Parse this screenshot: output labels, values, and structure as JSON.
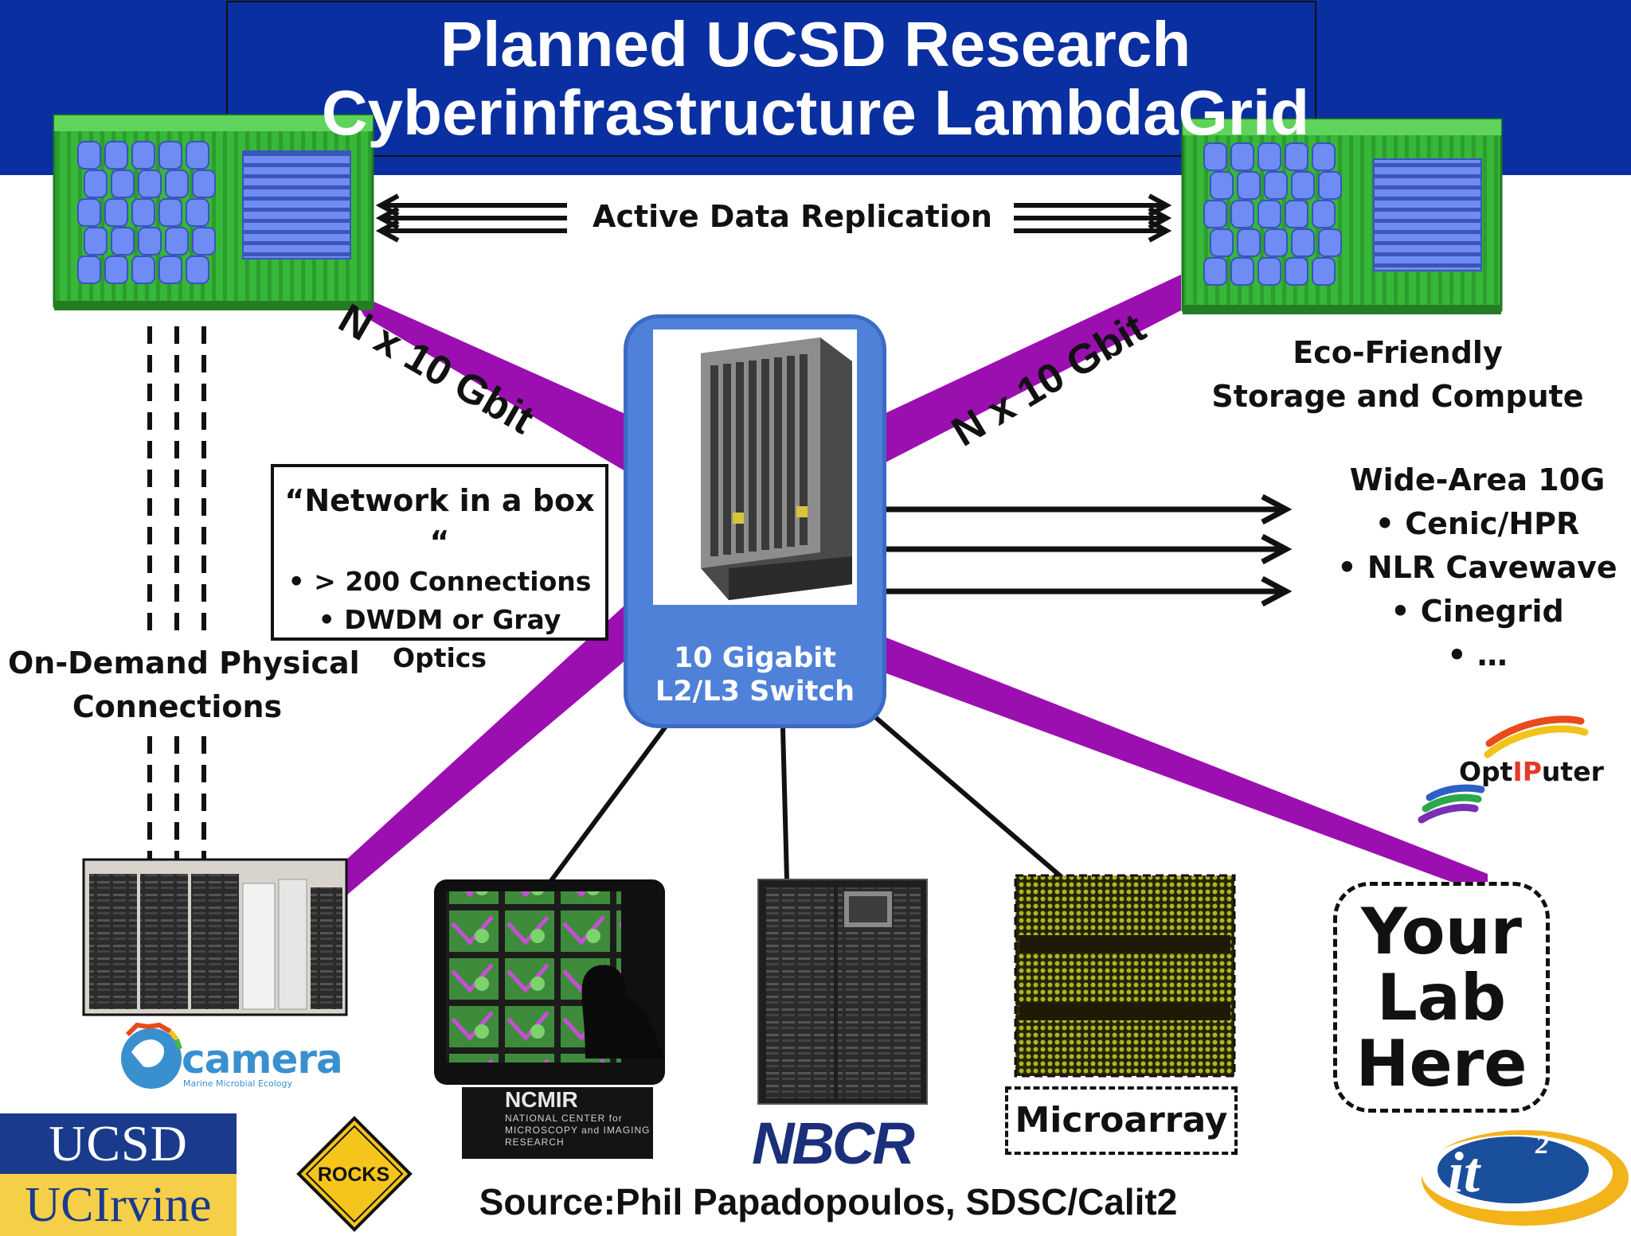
{
  "title": {
    "line1": "Planned UCSD Research",
    "line2": "Cyberinfrastructure LambdaGrid"
  },
  "links": {
    "left_label": "N x 10 Gbit",
    "right_label": "N x 10 Gbit"
  },
  "replication_label": "Active Data Replication",
  "eco": {
    "line1": "Eco-Friendly",
    "line2": "Storage and Compute"
  },
  "ondemand": {
    "line1": "On-Demand Physical",
    "line2": "Connections"
  },
  "netbox": {
    "title": "“Network  in a box “",
    "items": [
      "• > 200 Connections",
      "• DWDM or Gray",
      "Optics"
    ]
  },
  "switch": {
    "line1": "10 Gigabit",
    "line2": "L2/L3 Switch"
  },
  "widearea": {
    "title": "Wide-Area 10G",
    "items": [
      "• Cenic/HPR",
      "• NLR Cavewave",
      "• Cinegrid",
      "• …"
    ]
  },
  "your_lab": {
    "line1": "Your",
    "line2": "Lab",
    "line3": "Here"
  },
  "microarray_label": "Microarray",
  "source": "Source:Phil Papadopoulos, SDSC/Calit2",
  "logos": {
    "camera": "camera",
    "camera_sub": "Marine Microbial Ecology",
    "ncmir": "NCMIR",
    "ncmir_desc": "NATIONAL CENTER for MICROSCOPY and IMAGING RESEARCH",
    "nbcr": "NBCR",
    "ucsd": "UCSD",
    "ucirvine": "UCIrvine",
    "rocks": "ROCKS",
    "optiputer_pre": "Opt",
    "optiputer_ip": "IP",
    "optiputer_post": "uter",
    "it2_main": "it",
    "it2_sup": "2"
  },
  "colors": {
    "title_bar": "#0a2fa0",
    "link_purple": "#9b0fb1",
    "container_green": "#3cbf3a",
    "disk_blue": "#6f8cf5",
    "switch_blue": "#4f81d9"
  }
}
